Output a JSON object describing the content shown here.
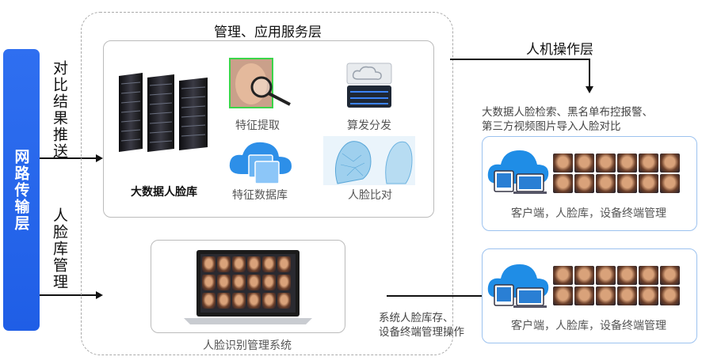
{
  "left_bar": {
    "label": "网路传输层"
  },
  "left_labels": {
    "push_results": "对比结果推送",
    "face_lib_mgmt": "人脸库管理"
  },
  "mgmt_layer": {
    "title": "管理、应用服务层",
    "big_data_lib": "大数据人脸库",
    "feature_extract": "特征提取",
    "algorithm_dispatch": "算发分发",
    "feature_db": "特征数据库",
    "face_compare": "人脸比对"
  },
  "face_system": {
    "caption": "人脸识别管理系统"
  },
  "hci_layer": {
    "title": "人机操作层",
    "desc_line1": "大数据人脸检索、黑名单布控报警、",
    "desc_line2": "第三方视频图片导入人脸对比"
  },
  "clients": [
    {
      "caption": "客户端，人脸库，设备终端管理"
    },
    {
      "caption": "客户端，人脸库，设备终端管理"
    }
  ],
  "bottom_note": {
    "line1": "系统人脸库存、",
    "line2": "设备终端管理操作"
  }
}
